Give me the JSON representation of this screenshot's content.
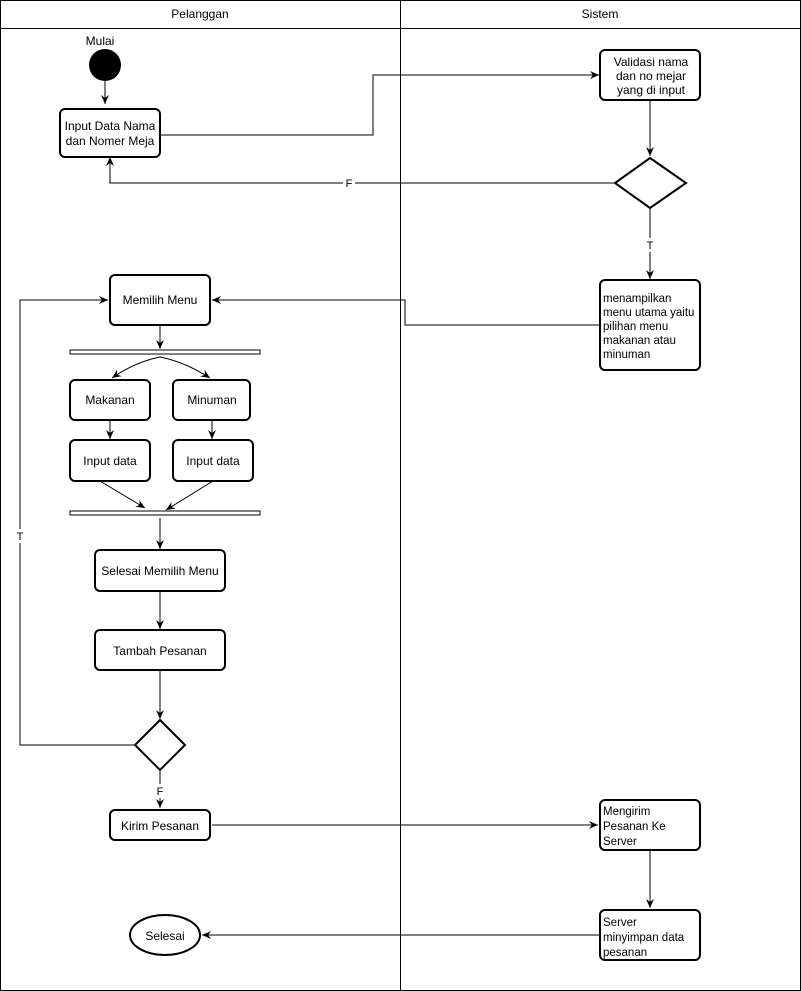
{
  "lanes": {
    "left": "Pelanggan",
    "right": "Sistem"
  },
  "nodes": {
    "start_label": "Mulai",
    "input_nama": [
      "Input Data Nama",
      "dan Nomer Meja"
    ],
    "validasi": [
      "Validasi nama",
      "dan no mejar",
      "yang di input"
    ],
    "tampilkan_menu": [
      "menampilkan",
      "menu utama yaitu",
      "pilihan menu",
      "makanan atau",
      "minuman"
    ],
    "memilih_menu": "Memilih Menu",
    "makanan": "Makanan",
    "minuman": "Minuman",
    "input_data_1": "Input data",
    "input_data_2": "Input data",
    "selesai_memilih": "Selesai Memilih Menu",
    "tambah_pesanan": "Tambah Pesanan",
    "kirim_pesanan": "Kirim Pesanan",
    "mengirim_pesanan": [
      "Mengirim",
      "Pesanan Ke",
      "Server"
    ],
    "server_simpan": [
      "Server",
      "minyimpan data",
      "pesanan"
    ],
    "selesai": "Selesai"
  },
  "edge_labels": {
    "validasi_false": "F",
    "validasi_true": "T",
    "tambah_true": "T",
    "tambah_false": "F"
  },
  "colors": {
    "stroke": "#000000",
    "background": "#ffffff"
  }
}
